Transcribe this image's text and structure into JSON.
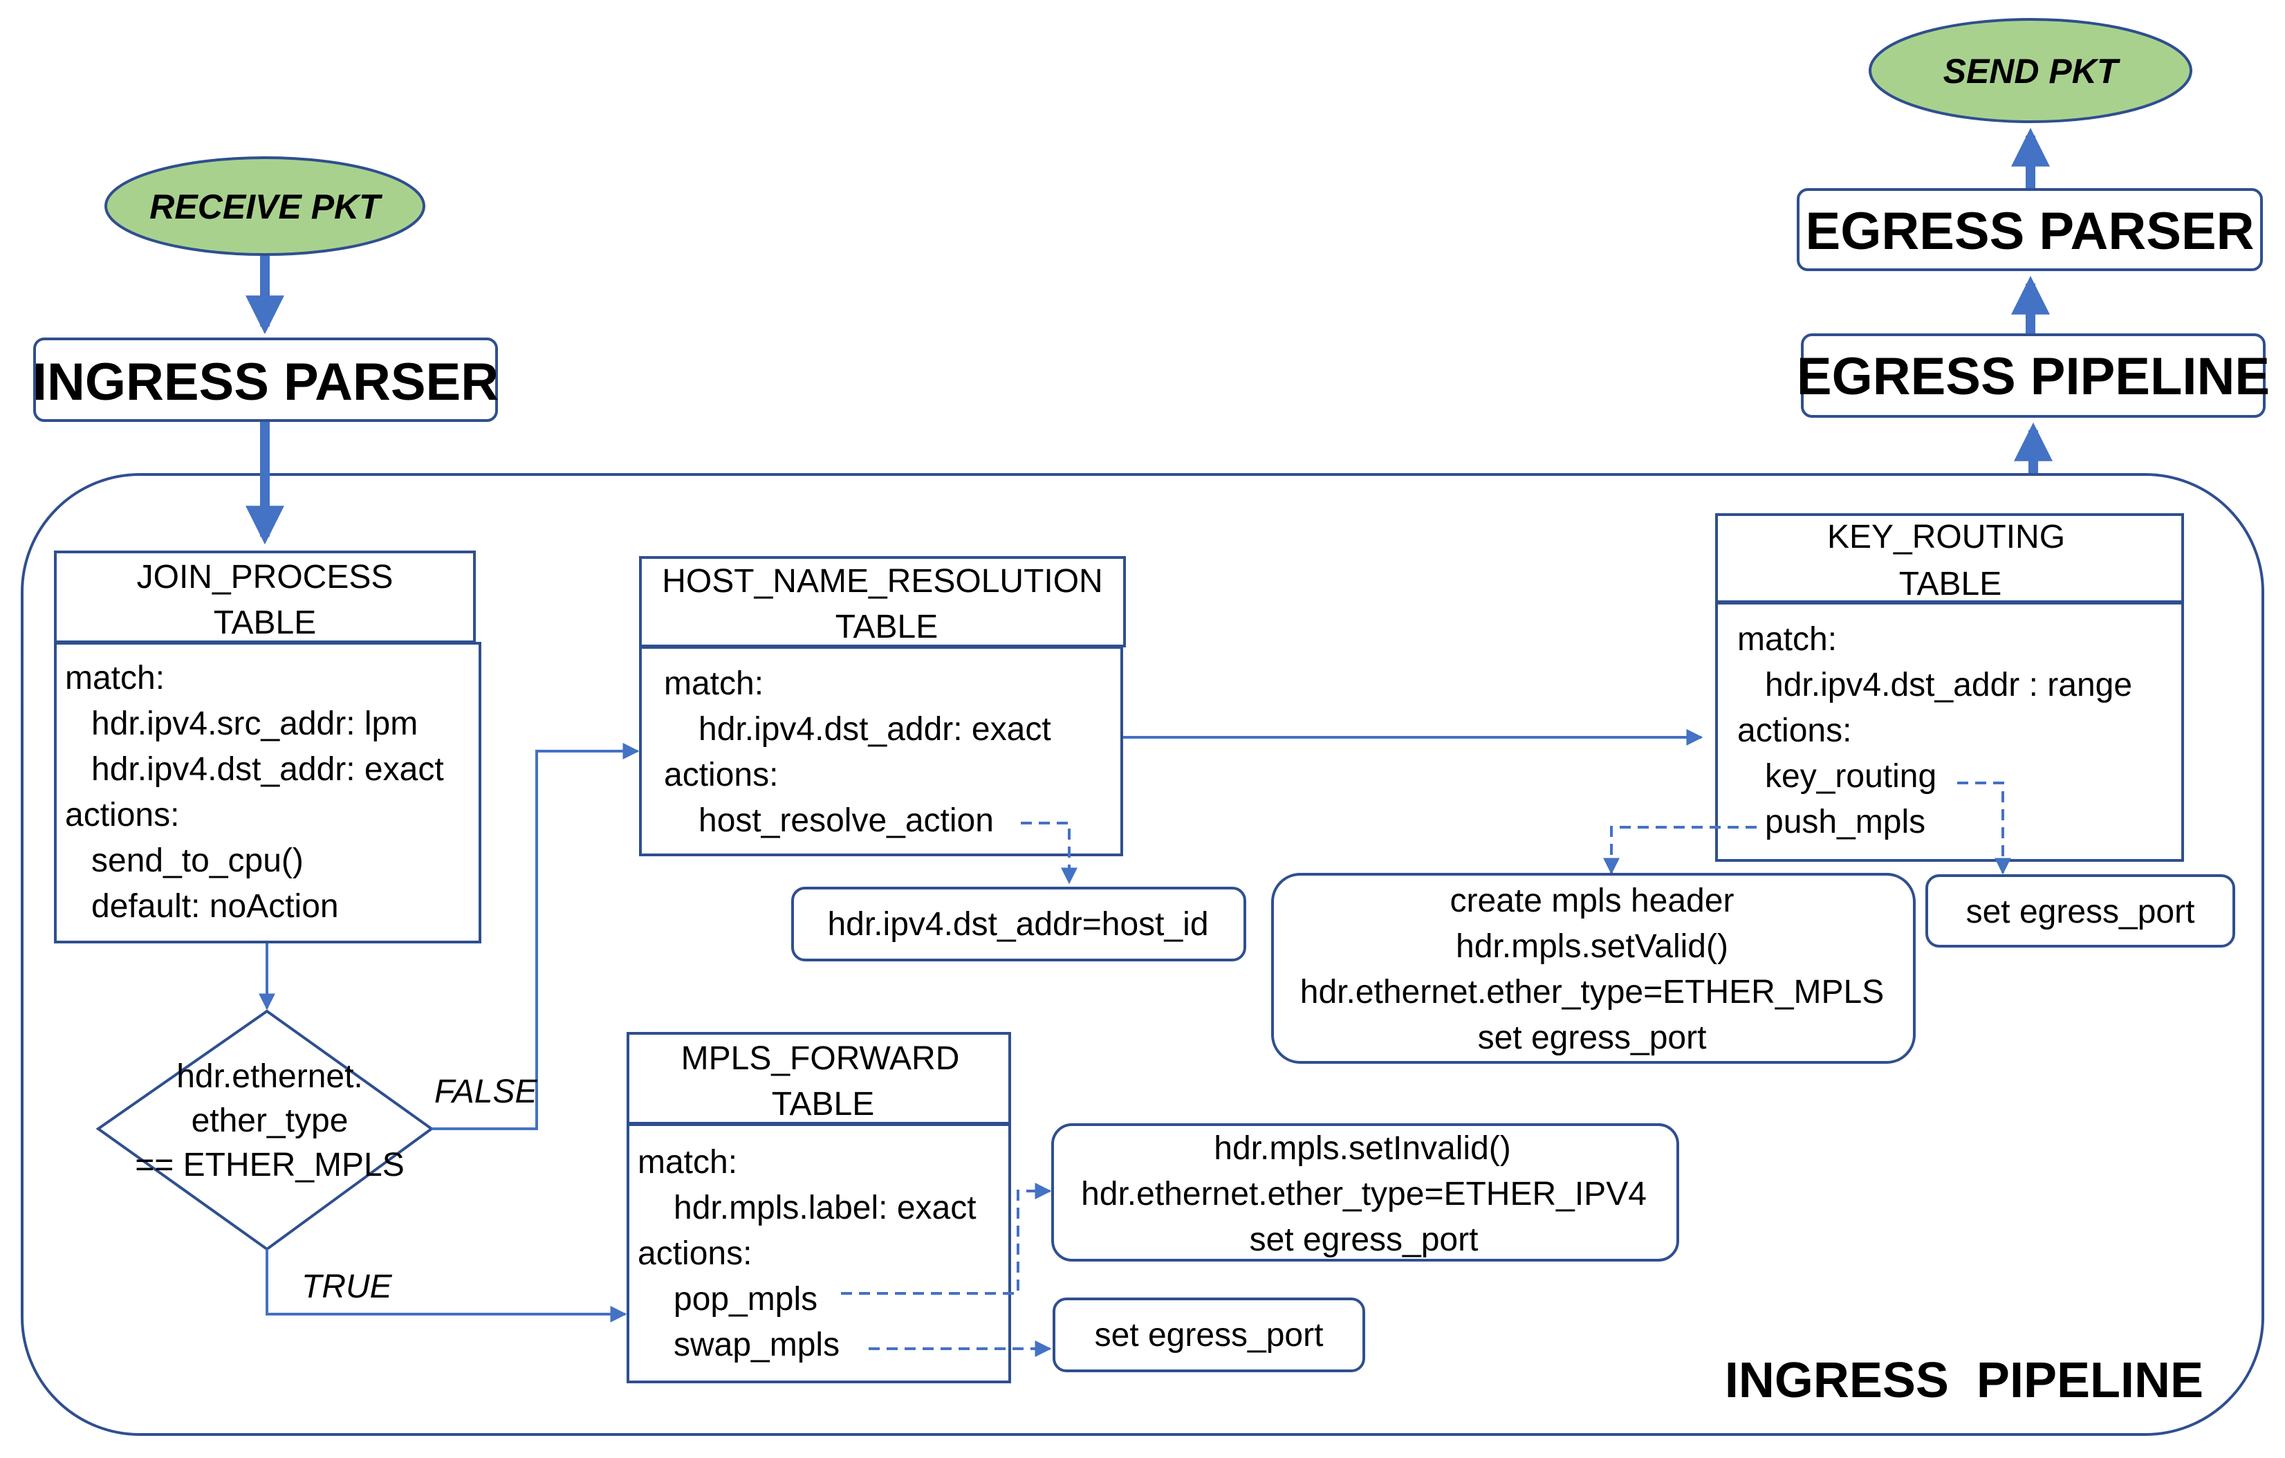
{
  "colors": {
    "line": "#4472c4",
    "border": "#2f4f8f",
    "oval_fill": "#a9d18e",
    "text": "#000000"
  },
  "ovals": {
    "receive": "RECEIVE PKT",
    "send": "SEND PKT"
  },
  "stages": {
    "ingress_parser": "INGRESS PARSER",
    "egress_parser": "EGRESS PARSER",
    "egress_pipeline": "EGRESS PIPELINE",
    "ingress_pipeline": "INGRESS  PIPELINE"
  },
  "tables": {
    "join": {
      "title": [
        "JOIN_PROCESS",
        "TABLE"
      ],
      "lines": [
        "match:",
        "hdr.ipv4.src_addr: lpm",
        "hdr.ipv4.dst_addr: exact",
        "actions:",
        "send_to_cpu()",
        "default: noAction"
      ]
    },
    "host": {
      "title": [
        "HOST_NAME_RESOLUTION",
        "TABLE"
      ],
      "lines": [
        "match:",
        "hdr.ipv4.dst_addr: exact",
        "actions:",
        "host_resolve_action"
      ]
    },
    "key": {
      "title": [
        "KEY_ROUTING",
        "TABLE"
      ],
      "lines": [
        "match:",
        "hdr.ipv4.dst_addr : range",
        "actions:",
        "key_routing",
        "push_mpls"
      ]
    },
    "mpls": {
      "title": [
        "MPLS_FORWARD",
        "TABLE"
      ],
      "lines": [
        "match:",
        "hdr.mpls.label: exact",
        "actions:",
        "pop_mpls",
        "swap_mpls"
      ]
    }
  },
  "decision": {
    "lines": [
      "hdr.ethernet.",
      "ether_type",
      "== ETHER_MPLS"
    ],
    "false_label": "FALSE",
    "true_label": "TRUE"
  },
  "action_boxes": {
    "host_id": [
      "hdr.ipv4.dst_addr=host_id"
    ],
    "push": [
      "create mpls header",
      "hdr.mpls.setValid()",
      "hdr.ethernet.ether_type=ETHER_MPLS",
      "set egress_port"
    ],
    "key_port": [
      "set egress_port"
    ],
    "pop": [
      "hdr.mpls.setInvalid()",
      "hdr.ethernet.ether_type=ETHER_IPV4",
      "set egress_port"
    ],
    "swap": [
      "set egress_port"
    ]
  }
}
